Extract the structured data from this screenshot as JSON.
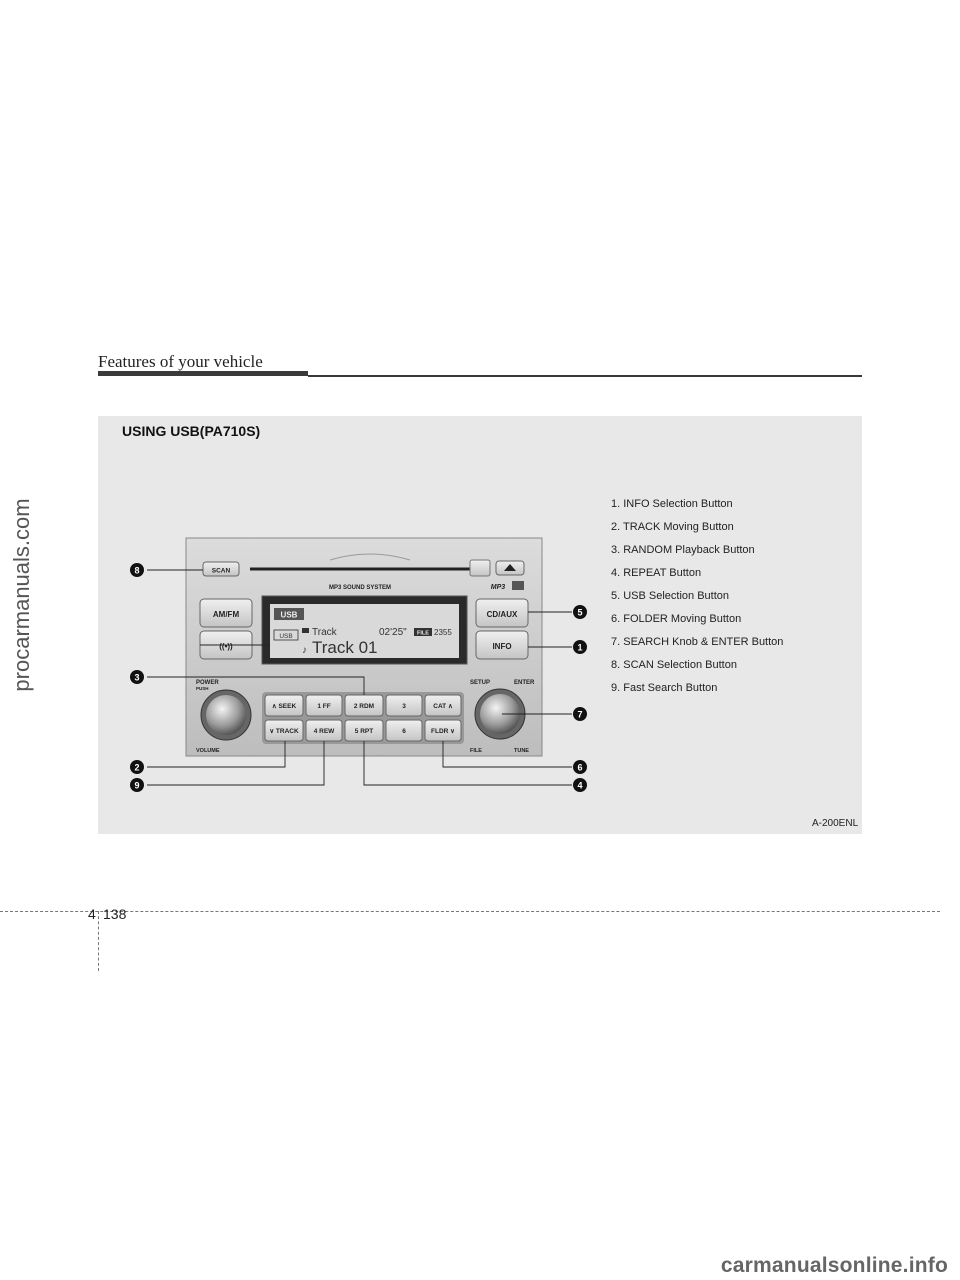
{
  "header": {
    "title": "Features of your vehicle"
  },
  "section": {
    "title": "USING USB(PA710S)"
  },
  "legend": [
    "1. INFO Selection Button",
    "2. TRACK Moving Button",
    "3. RANDOM Playback Button",
    "4. REPEAT Button",
    "5. USB Selection Button",
    "6. FOLDER Moving Button",
    "7. SEARCH Knob & ENTER Button",
    "8. SCAN Selection Button",
    "9. Fast Search Button"
  ],
  "callouts": [
    "1",
    "2",
    "3",
    "4",
    "5",
    "6",
    "7",
    "8",
    "9"
  ],
  "radio": {
    "scan": "SCAN",
    "system_name": "MP3 SOUND SYSTEM",
    "mp3_logo": "MP3",
    "am_fm": "AM/FM",
    "cd_aux": "CD/AUX",
    "info": "INFO",
    "power": "POWER",
    "push": "PUSH",
    "volume": "VOLUME",
    "setup": "SETUP",
    "enter": "ENTER",
    "file": "FILE",
    "tune": "TUNE",
    "buttons": {
      "seek": "SEEK",
      "track": "TRACK",
      "ff": "1  FF",
      "rew": "4 REW",
      "rdm": "2 RDM",
      "rpt": "5 RPT",
      "b3": "3",
      "b6": "6",
      "cat": "CAT",
      "fldr": "FLDR"
    },
    "display": {
      "source_top": "USB",
      "source_badge": "USB",
      "track_label": "Track",
      "time": "02'25\"",
      "file_badge": "FILE",
      "file_number": "2355",
      "track_name": "Track 01"
    }
  },
  "figure_code": "A-200ENL",
  "page": {
    "chapter": "4",
    "number": "138"
  },
  "watermarks": {
    "side": "procarmanuals.com",
    "bottom": "carmanualsonline.info"
  },
  "colors": {
    "panel_bg": "#e8e8e8",
    "lcd_bg": "#d9d9d9",
    "callout_fill": "#111111"
  }
}
